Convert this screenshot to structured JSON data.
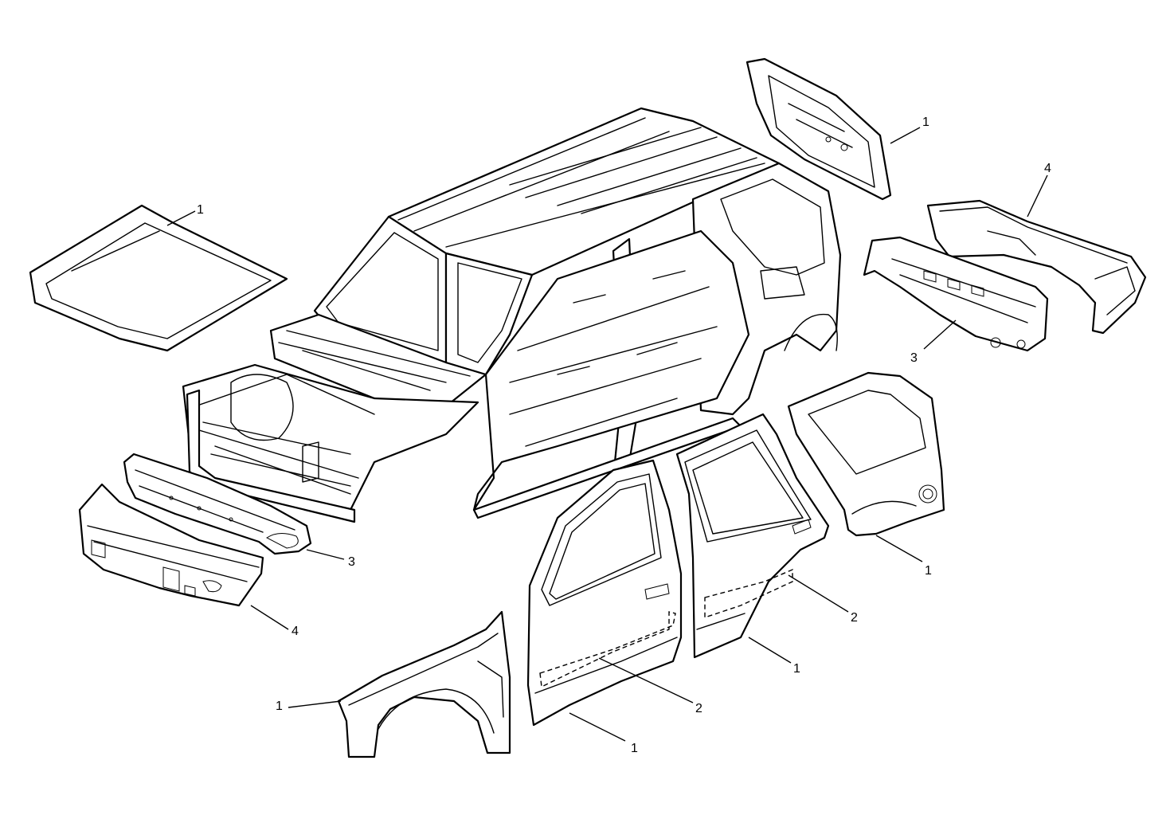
{
  "callouts": {
    "liftgate": "1",
    "rear_fascia": "4",
    "rear_impact_bar": "3",
    "hood": "1",
    "front_impact_bar": "3",
    "front_fascia": "4",
    "rear_quarter_panel": "1",
    "rear_door_reinforcement": "2",
    "rear_door": "1",
    "front_fender": "1",
    "front_door_reinforcement": "2",
    "front_door": "1"
  },
  "colors": {
    "line": "#000000",
    "background": "#ffffff"
  }
}
